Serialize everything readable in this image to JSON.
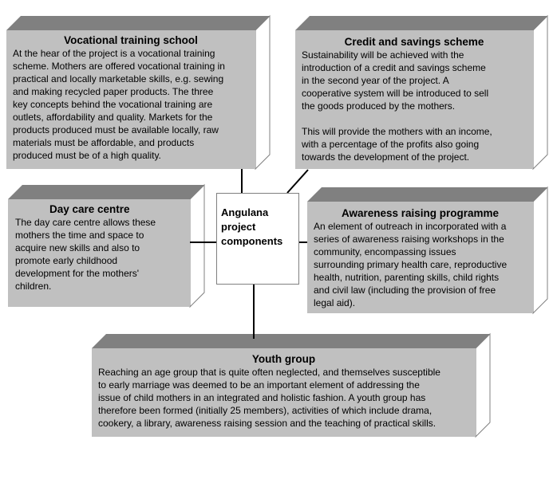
{
  "center": {
    "label": "Angulana\nproject\ncomponents"
  },
  "colors": {
    "front": "#c0c0c0",
    "top": "#808080",
    "side": "#ffffff",
    "edge": "#808080",
    "connector": "#000000"
  },
  "components": {
    "vocational": {
      "title": "Vocational training school",
      "text": "At the hear of the project is a vocational training\nscheme. Mothers are offered vocational training in\npractical and locally marketable skills, e.g. sewing\nand making recycled paper products. The three\nkey concepts behind the vocational training are\noutlets, affordability and quality. Markets for the\nproducts produced must be available locally, raw\nmaterials must be affordable, and products\nproduced must be of a high quality."
    },
    "credit": {
      "title": "Credit and savings scheme",
      "text": "Sustainability will be achieved with the\nintroduction of a credit and savings scheme\nin the second year of the project. A\ncooperative system will be introduced to sell\nthe goods produced by the mothers.\n\nThis will provide the mothers with an income,\nwith a percentage of the profits also going\ntowards the development of the project."
    },
    "daycare": {
      "title": "Day care centre",
      "text": "The day care centre allows these\nmothers the time and space to\nacquire new skills and also to\npromote early childhood\ndevelopment for the mothers'\nchildren."
    },
    "awareness": {
      "title": "Awareness raising programme",
      "text": "An element of outreach in incorporated with a\nseries of awareness raising workshops in the\ncommunity, encompassing issues\nsurrounding primary health care, reproductive\nhealth, nutrition, parenting skills, child rights\nand civil law (including the provision of free\nlegal aid)."
    },
    "youth": {
      "title": "Youth group",
      "text": "Reaching an age group that is quite often neglected, and themselves susceptible\nto early marriage was deemed to be an important element of addressing the\nissue of child mothers in an integrated and holistic fashion. A youth group has\ntherefore been formed (initially 25 members), activities of which include drama,\ncookery, a library, awareness raising session and the teaching of practical skills."
    }
  }
}
